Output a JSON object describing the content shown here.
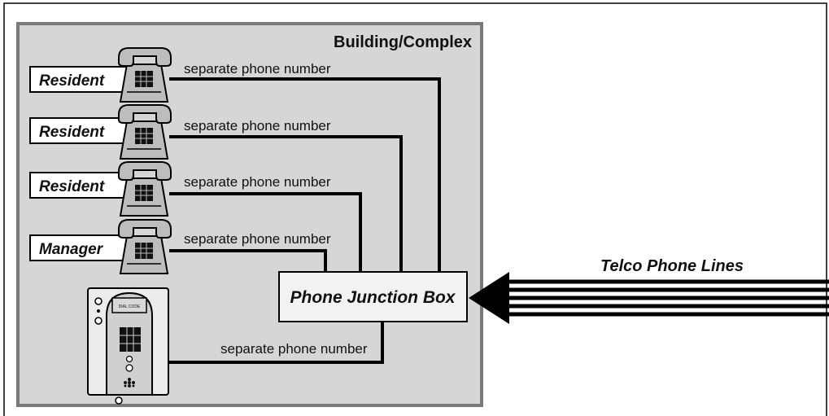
{
  "building": {
    "title": "Building/Complex"
  },
  "stations": [
    {
      "role": "Resident",
      "line_label": "separate phone number"
    },
    {
      "role": "Resident",
      "line_label": "separate phone number"
    },
    {
      "role": "Resident",
      "line_label": "separate phone number"
    },
    {
      "role": "Manager",
      "line_label": "separate phone number"
    }
  ],
  "entry_panel": {
    "line_label": "separate phone number",
    "display_text": "DIAL CODE"
  },
  "junction_box": {
    "label": "Phone Junction Box"
  },
  "telco": {
    "label": "Telco Phone Lines"
  },
  "colors": {
    "building_fill": "#d6d6d6",
    "building_border": "#7a7a7a",
    "phone_fill": "#bdbdbd",
    "wire": "#000000",
    "box_fill": "#f2f2f2"
  },
  "icons": [
    "desk-phone-icon",
    "entry-call-box-icon",
    "keypad-icon",
    "speaker-grille-icon",
    "arrow-left-icon"
  ]
}
